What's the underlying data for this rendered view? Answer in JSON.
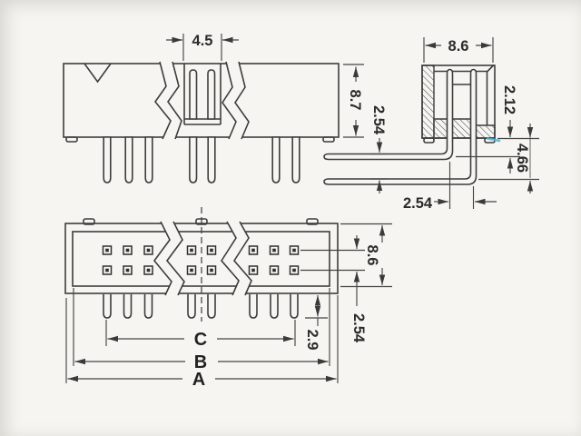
{
  "dims": {
    "slot_width": "4.5",
    "front_height": "8.7",
    "front_pin_gap": "2.54",
    "side_width": "8.6",
    "side_standoff": "2.12",
    "side_pin_drop": "4.66",
    "side_pin_pitch": "2.54",
    "plan_depth": "8.6",
    "plan_row_pitch": "2.54",
    "plan_tail_length": "2.9",
    "span_c": "C",
    "width_b": "B",
    "width_a": "A"
  },
  "colors": {
    "line": "#3d3d3d",
    "dimension_line": "#454545",
    "background": "#f6f5f1",
    "scan_artifact": "#49b8d8"
  }
}
